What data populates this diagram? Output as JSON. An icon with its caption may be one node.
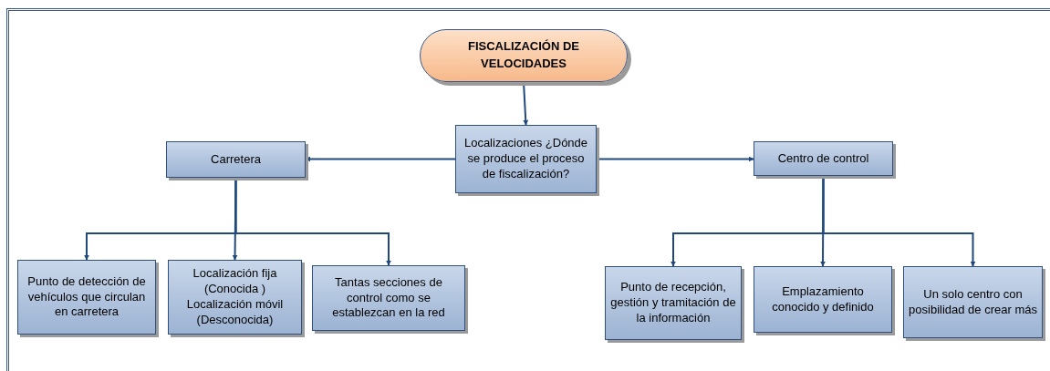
{
  "diagram": {
    "nodes": [
      {
        "text": [
          "FISCALIZACIÓN DE VELOCIDADES"
        ]
      },
      {
        "text": [
          "Localizaciones ¿Dónde se produce el proceso de fiscalización?"
        ]
      },
      {
        "text": [
          "Carretera"
        ]
      },
      {
        "text": [
          "Centro de control"
        ]
      },
      {
        "text": [
          "Punto de detección de vehículos que circulan en carretera"
        ]
      },
      {
        "text": [
          "Localización fija (Conocida ) Localización móvil (Desconocida)"
        ]
      },
      {
        "text": [
          "Tantas secciones de control como se establezcan en la red"
        ]
      },
      {
        "text": [
          "Punto de recepción, gestión y tramitación de la información"
        ]
      },
      {
        "text": [
          "Emplazamiento conocido y definido"
        ]
      },
      {
        "text": [
          "Un solo centro  con posibilidad de crear más"
        ]
      }
    ],
    "edges": [
      {
        "from": 0,
        "to": 1,
        "arrow": "to"
      },
      {
        "from": 1,
        "to": 2,
        "arrow": "to"
      },
      {
        "from": 1,
        "to": 3,
        "arrow": "to"
      },
      {
        "from": 2,
        "to": 4,
        "arrow": "to"
      },
      {
        "from": 2,
        "to": 5,
        "arrow": "to"
      },
      {
        "from": 2,
        "to": 6,
        "arrow": "to"
      },
      {
        "from": 3,
        "to": 7,
        "arrow": "to"
      },
      {
        "from": 3,
        "to": 8,
        "arrow": "to"
      },
      {
        "from": 3,
        "to": 9,
        "arrow": "to"
      }
    ]
  }
}
